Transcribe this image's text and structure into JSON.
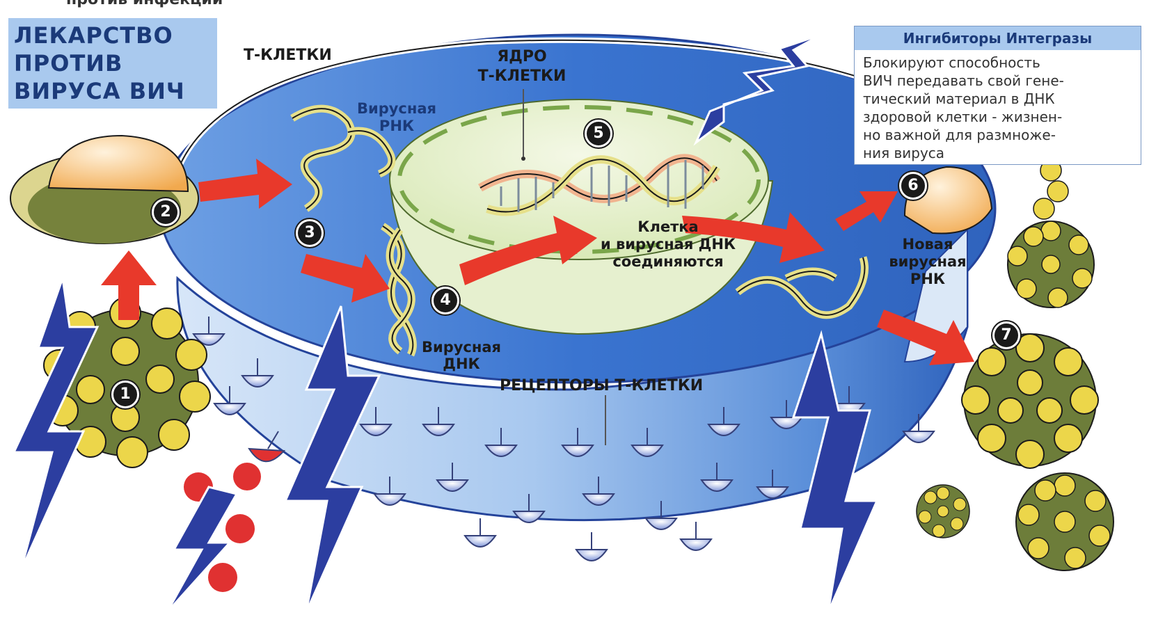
{
  "top_caption": "против инфекции",
  "title": {
    "line1": "ЛЕКАРСТВО",
    "line2": "ПРОТИВ",
    "line3": "ВИРУСА ВИЧ"
  },
  "labels": {
    "t_cells": "Т-КЛЕТКИ",
    "nucleus_1": "ЯДРО",
    "nucleus_2": "Т-КЛЕТКИ",
    "viral_rna_1": "Вирусная",
    "viral_rna_2": "РНК",
    "merge_1": "Клетка",
    "merge_2": "и вирусная ДНК",
    "merge_3": "соединяются",
    "viral_dna_1": "Вирусная",
    "viral_dna_2": "ДНК",
    "receptors": "РЕЦЕПТОРЫ Т-КЛЕТКИ",
    "new_rna_1": "Новая",
    "new_rna_2": "вирусная",
    "new_rna_3": "РНК"
  },
  "info_box": {
    "heading": "Ингибиторы Интегразы",
    "lines": [
      "Блокируют способность",
      "ВИЧ передавать свой гене-",
      "тический материал в ДНК",
      "здоровой клетки - жизнен-",
      "но важной для размноже-",
      "ния вируса"
    ]
  },
  "steps": [
    "1",
    "2",
    "3",
    "4",
    "5",
    "6",
    "7"
  ],
  "colors": {
    "title_bg": "#a9c9ee",
    "title_text": "#1b3a79",
    "cell_blue": "#3a74d0",
    "cell_light": "#c3daf5",
    "nucleus": "#e8f2d2",
    "arrow": "#e8392b",
    "virus_yellow": "#ecd64a",
    "virus_green": "#6d7d3a",
    "lightning": "#2c3ea0"
  }
}
